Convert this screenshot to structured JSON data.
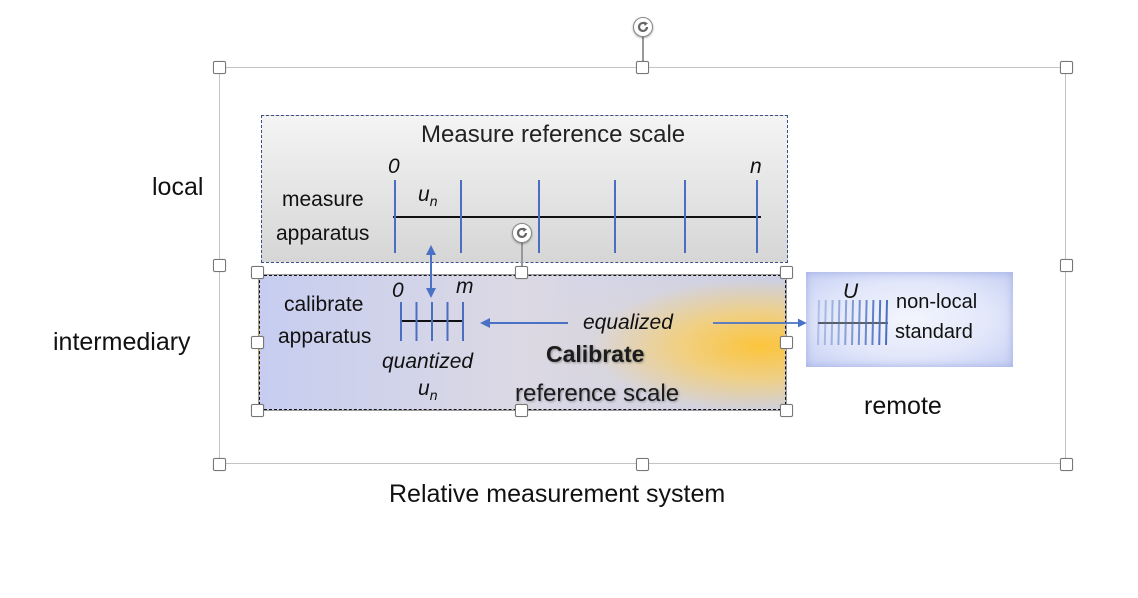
{
  "diagram": {
    "caption": "Relative measurement system",
    "row_labels": {
      "local": "local",
      "intermediary": "intermediary",
      "remote": "remote"
    },
    "measure_scale": {
      "title": "Measure reference scale",
      "apparatus_line1": "measure",
      "apparatus_line2": "apparatus",
      "start_label": "0",
      "end_label": "n",
      "unit_label": "u",
      "unit_subscript": "n",
      "tick_count": 6
    },
    "calibrate_scale": {
      "title_line1": "Calibrate",
      "title_line2": "reference scale",
      "apparatus_line1": "calibrate",
      "apparatus_line2": "apparatus",
      "start_label": "0",
      "end_label": "m",
      "quantized_label": "quantized",
      "unit_label": "u",
      "unit_subscript": "n",
      "equalized_label": "equalized",
      "tick_count": 5
    },
    "standard": {
      "symbol": "U",
      "label_line1": "non-local",
      "label_line2": "standard",
      "tick_count": 11
    },
    "colors": {
      "tick_blue": "#4a6fbf",
      "arrow_blue": "#4a72c4",
      "dashed_border": "#3a5283",
      "highlight_orange": "#ffc432",
      "selection_gray": "#c4c4c4"
    }
  }
}
